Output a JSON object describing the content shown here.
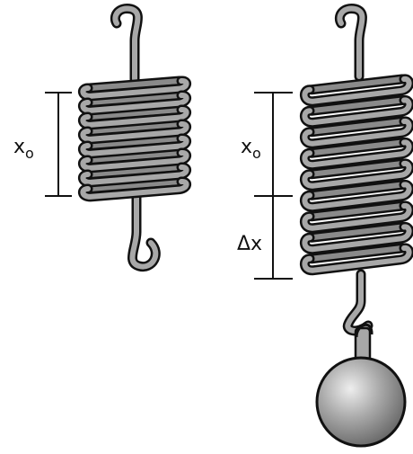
{
  "labels": {
    "left_x0_main": "x",
    "left_x0_sub": "o",
    "right_x0_main": "x",
    "right_x0_sub": "o",
    "delta_x": "Δx"
  },
  "colors": {
    "coil": "#a8a8a8",
    "coil_shade": "#8a8a8a",
    "outline": "#111111",
    "ball_light": "#e6e6e6",
    "ball_dark": "#6e6e6e",
    "background": "#ffffff"
  }
}
